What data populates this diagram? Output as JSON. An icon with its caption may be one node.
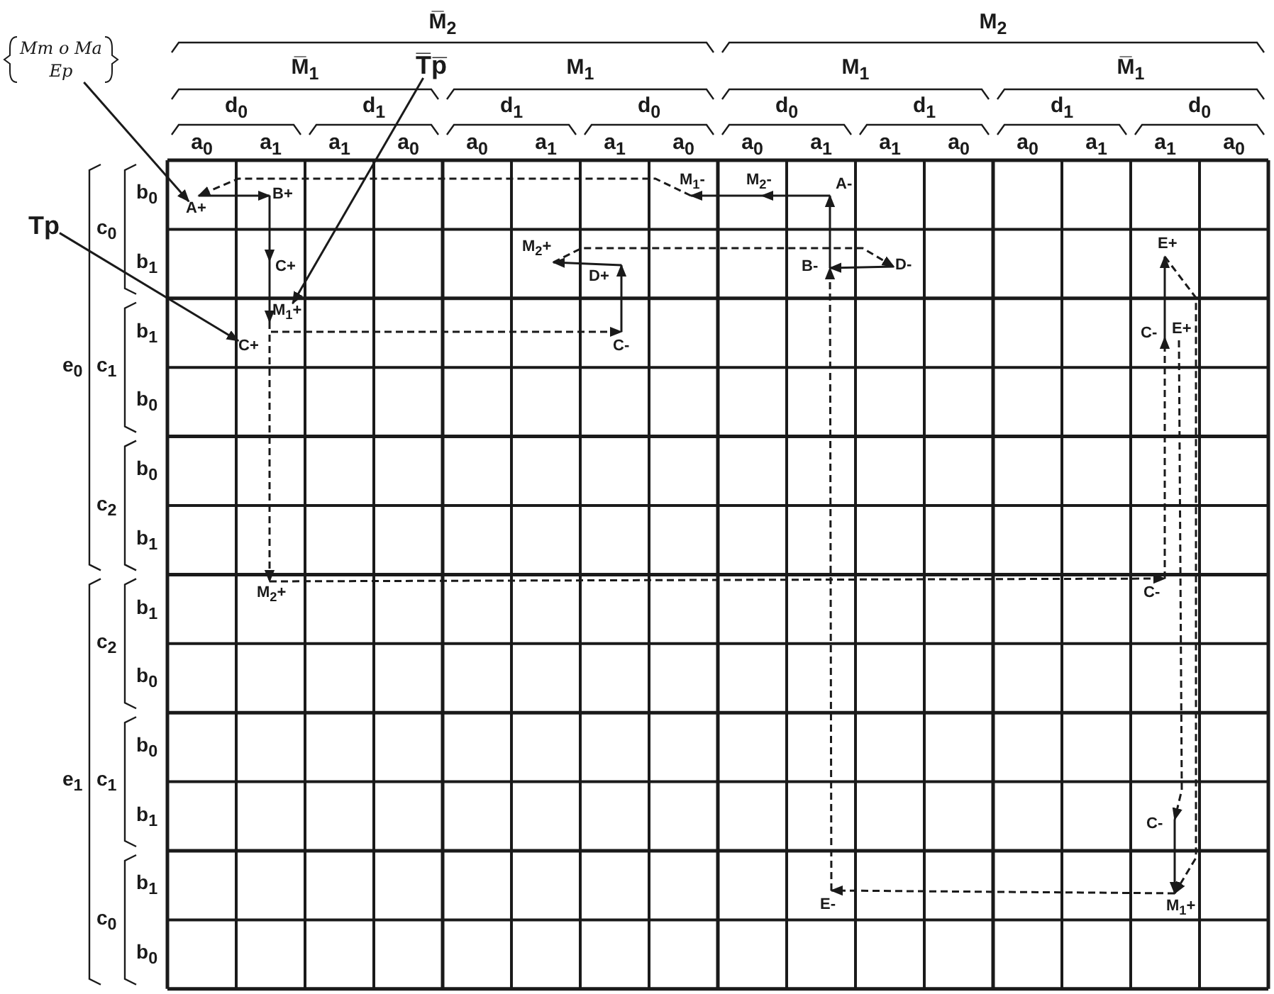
{
  "diagram": {
    "nodes": [
      {
        "text": [
          "Mm o Ma",
          "Ep"
        ]
      },
      {
        "text": [
          "T̅p̅"
        ]
      },
      {
        "text": [
          "Tp"
        ]
      },
      {
        "text": [
          "A+"
        ]
      },
      {
        "text": [
          "B+"
        ]
      },
      {
        "text": [
          "C+"
        ]
      },
      {
        "text": [
          "M$_{1}$+"
        ]
      },
      {
        "text": [
          "C+"
        ]
      },
      {
        "text": [
          "M$_{2}$+"
        ]
      },
      {
        "text": [
          "D+"
        ]
      },
      {
        "text": [
          "C-"
        ]
      },
      {
        "text": [
          "M$_{1}$-"
        ]
      },
      {
        "text": [
          "M$_{2}$-"
        ]
      },
      {
        "text": [
          "A-"
        ]
      },
      {
        "text": [
          "B-"
        ]
      },
      {
        "text": [
          "D-"
        ]
      },
      {
        "text": [
          "E+"
        ]
      },
      {
        "text": [
          "C-"
        ]
      },
      {
        "text": [
          "E+"
        ]
      },
      {
        "text": [
          "M$_{2}$+"
        ]
      },
      {
        "text": [
          "C-"
        ]
      },
      {
        "text": [
          "C-"
        ]
      },
      {
        "text": [
          "E-"
        ]
      },
      {
        "text": [
          "M$_{1}$+"
        ]
      }
    ],
    "edges": [
      {
        "from": 0,
        "to": 3,
        "arrow": "to"
      },
      {
        "from": 1,
        "to": 6,
        "arrow": "to"
      },
      {
        "from": 2,
        "to": 7,
        "arrow": "to"
      },
      {
        "from": 3,
        "to": 4,
        "arrow": "to"
      },
      {
        "from": 4,
        "to": 5,
        "arrow": "to"
      },
      {
        "from": 5,
        "to": 6,
        "arrow": "to"
      },
      {
        "from": 6,
        "to": 10,
        "arrow": "to",
        "style": "dashed"
      },
      {
        "from": 7,
        "to": 19,
        "arrow": "to",
        "style": "dashed"
      },
      {
        "from": 10,
        "to": 9,
        "arrow": "to"
      },
      {
        "from": 9,
        "to": 8,
        "arrow": "to"
      },
      {
        "from": 8,
        "to": 15,
        "arrow": "to",
        "style": "dashed"
      },
      {
        "from": 15,
        "to": 14,
        "arrow": "to"
      },
      {
        "from": 14,
        "to": 13,
        "arrow": "to"
      },
      {
        "from": 13,
        "to": 12,
        "arrow": "to"
      },
      {
        "from": 12,
        "to": 11,
        "arrow": "to"
      },
      {
        "from": 11,
        "to": 3,
        "arrow": "to",
        "style": "dashed"
      },
      {
        "from": 19,
        "to": 20,
        "arrow": "to",
        "style": "dashed"
      },
      {
        "from": 20,
        "to": 17,
        "arrow": "to",
        "style": "dashed"
      },
      {
        "from": 17,
        "to": 16,
        "arrow": "to"
      },
      {
        "from": 16,
        "to": 23,
        "arrow": "to",
        "style": "dashed"
      },
      {
        "from": 18,
        "to": 21,
        "arrow": "to",
        "style": "dashed"
      },
      {
        "from": 21,
        "to": 23,
        "arrow": "to"
      },
      {
        "from": 23,
        "to": 22,
        "arrow": "to",
        "style": "dashed"
      },
      {
        "from": 22,
        "to": 14,
        "arrow": "to",
        "style": "dashed"
      }
    ],
    "labels": [
      "M̅$_{2}$",
      "M$_{2}$",
      "M̅$_{1}$",
      "M$_{1}$",
      "M$_{1}$",
      "M̅$_{1}$",
      "d$_{0}$",
      "d$_{1}$",
      "d$_{1}$",
      "d$_{0}$",
      "d$_{0}$",
      "d$_{1}$",
      "d$_{1}$",
      "d$_{0}$",
      "a$_{0}$",
      "a$_{1}$",
      "a$_{1}$",
      "a$_{0}$",
      "a$_{0}$",
      "a$_{1}$",
      "a$_{1}$",
      "a$_{0}$",
      "a$_{0}$",
      "a$_{1}$",
      "a$_{1}$",
      "a$_{0}$",
      "a$_{0}$",
      "a$_{1}$",
      "a$_{1}$",
      "a$_{0}$",
      "b$_{0}$",
      "c$_{0}$",
      "b$_{1}$",
      "b$_{1}$",
      "e$_{0}$",
      "c$_{1}$",
      "b$_{0}$",
      "b$_{0}$",
      "c$_{2}$",
      "b$_{1}$",
      "b$_{1}$",
      "c$_{2}$",
      "b$_{0}$",
      "b$_{0}$",
      "e$_{1}$",
      "c$_{1}$",
      "b$_{1}$",
      "b$_{1}$",
      "c$_{0}$",
      "b$_{0}$"
    ]
  }
}
